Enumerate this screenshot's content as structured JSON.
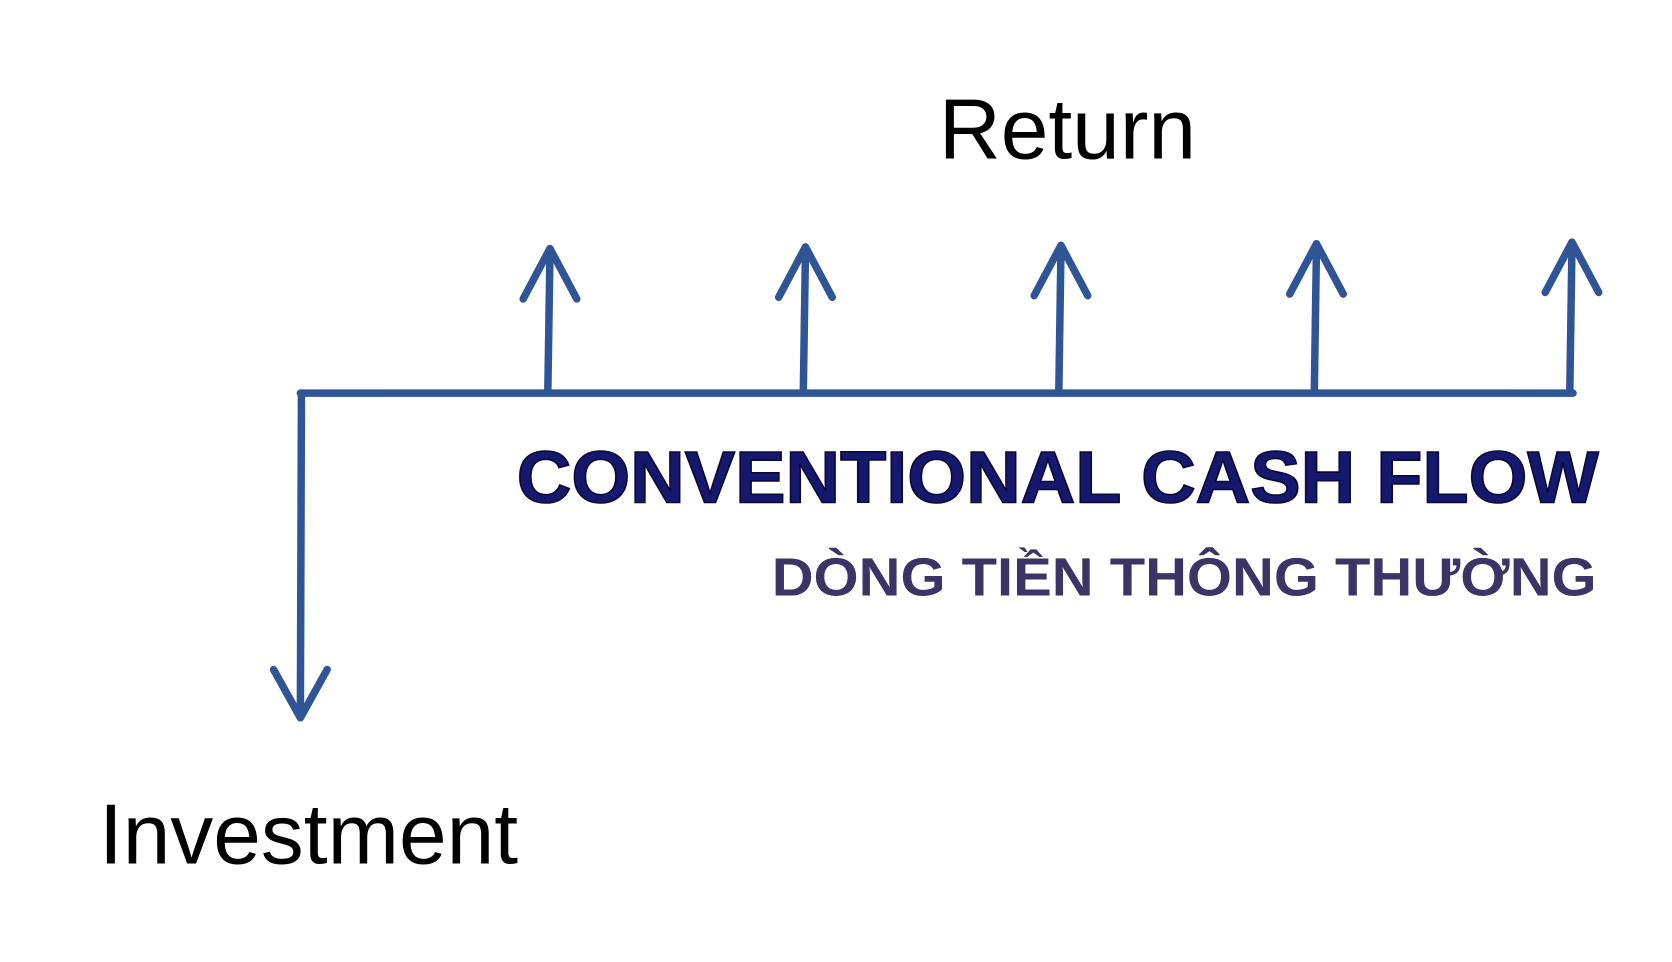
{
  "labels": {
    "return": "Return",
    "investment": "Investment",
    "title": "CONVENTIONAL CASH FLOW",
    "subtitle": "DÒNG TIỀN THÔNG THƯỜNG"
  },
  "flows": {
    "outflow_count": 1,
    "inflow_count": 5
  },
  "colors": {
    "arrow": "#2f5597",
    "title": "#16186e",
    "subtitle": "#3b3566"
  }
}
